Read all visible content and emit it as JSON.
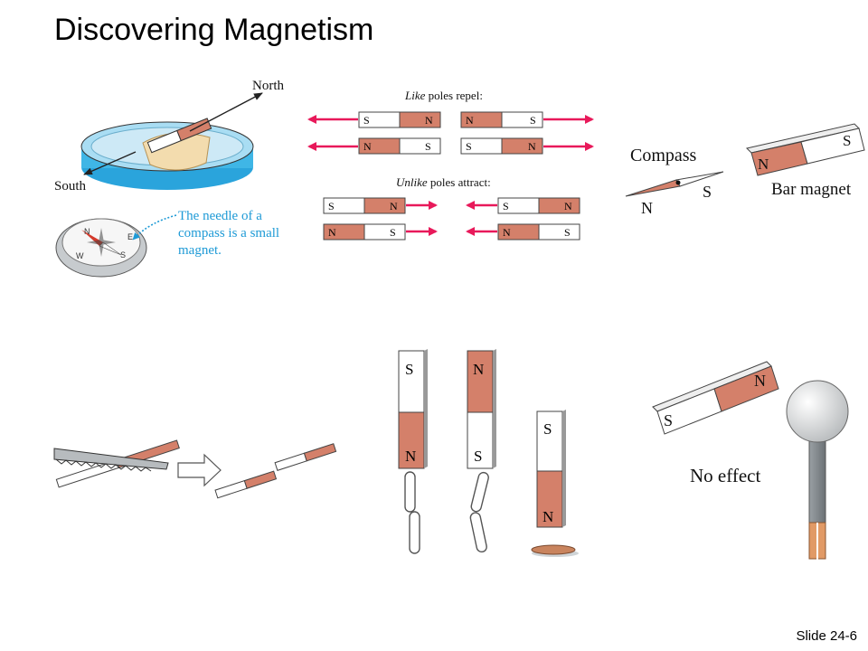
{
  "slide": {
    "title": "Discovering Magnetism",
    "number": "Slide 24-6"
  },
  "directions": {
    "north": "North",
    "south": "South"
  },
  "compass_dial_letters": [
    "N",
    "E",
    "S",
    "W"
  ],
  "compass_caption": [
    "The needle of a",
    "compass is a small",
    "magnet."
  ],
  "like_poles_title": {
    "emphasis": "Like",
    "rest": " poles repel:"
  },
  "unlike_poles_title": {
    "emphasis": "Unlike",
    "rest": " poles attract:"
  },
  "pole_labels": {
    "n": "N",
    "s": "S"
  },
  "compass_label": "Compass",
  "bar_magnet_label": "Bar magnet",
  "no_effect_label": "No effect",
  "colors": {
    "magnet_red": "#d4806a",
    "arrow_pink": "#e8195a",
    "water_blue": "#3fb6e6",
    "caption_blue": "#1e9ad6"
  }
}
